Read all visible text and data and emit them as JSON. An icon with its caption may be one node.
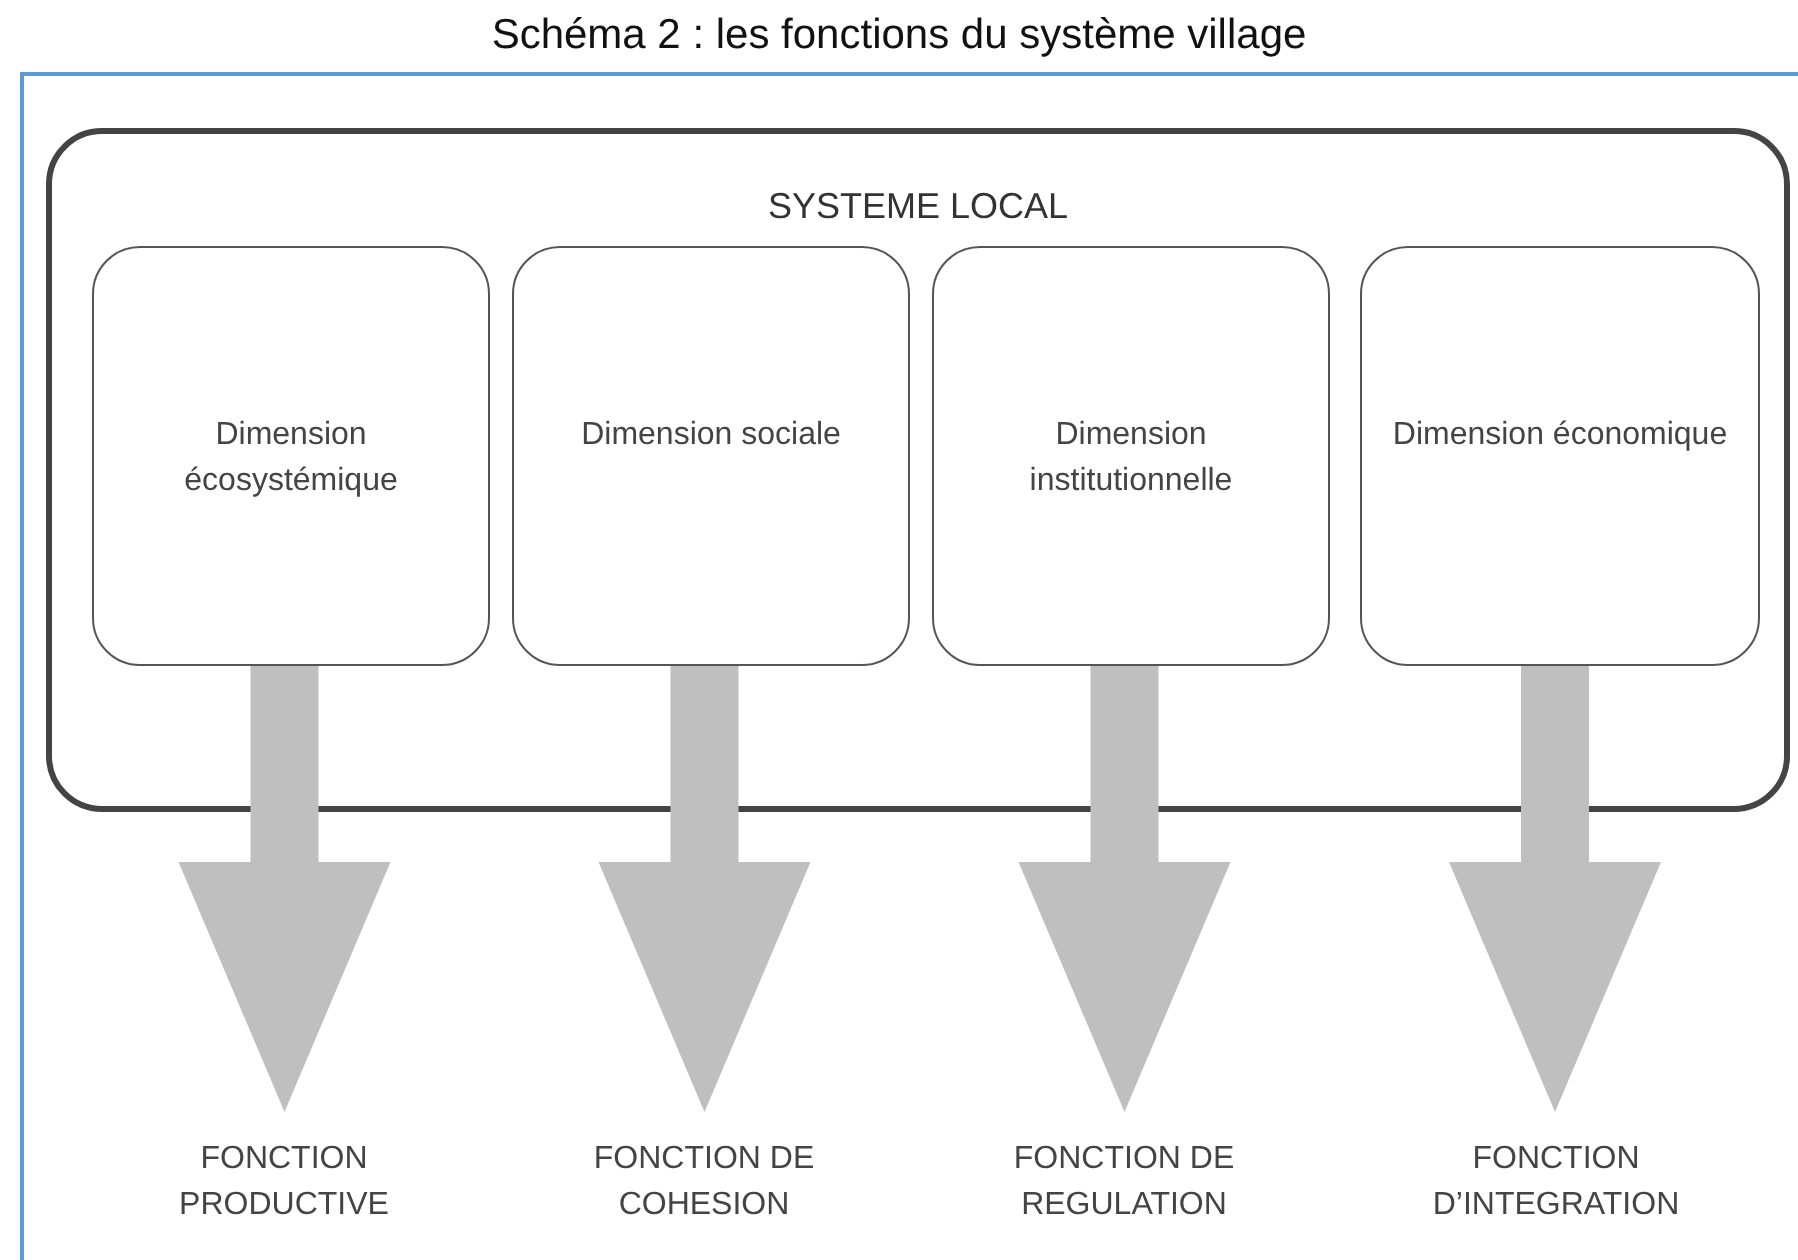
{
  "diagram": {
    "title": "Schéma 2 : les fonctions du système village",
    "nodes": [
      {
        "text": [
          "SYSTEME LOCAL"
        ]
      },
      {
        "text": [
          "Dimension écosystémique"
        ],
        "in": 0
      },
      {
        "text": [
          "Dimension sociale"
        ],
        "in": 0
      },
      {
        "text": [
          "Dimension institutionnelle"
        ],
        "in": 0
      },
      {
        "text": [
          "Dimension économique"
        ],
        "in": 0
      },
      {
        "text": [
          "FONCTION PRODUCTIVE"
        ]
      },
      {
        "text": [
          "FONCTION DE COHESION"
        ]
      },
      {
        "text": [
          "FONCTION DE REGULATION"
        ]
      },
      {
        "text": [
          "FONCTION D’INTEGRATION"
        ]
      }
    ],
    "edges": [
      {
        "from": 1,
        "to": 5,
        "arrow": "to",
        "style": "thick",
        "color": "#bfbfbf"
      },
      {
        "from": 2,
        "to": 6,
        "arrow": "to",
        "style": "thick",
        "color": "#bfbfbf"
      },
      {
        "from": 3,
        "to": 7,
        "arrow": "to",
        "style": "thick",
        "color": "#bfbfbf"
      },
      {
        "from": 4,
        "to": 8,
        "arrow": "to",
        "style": "thick",
        "color": "#bfbfbf"
      }
    ]
  }
}
